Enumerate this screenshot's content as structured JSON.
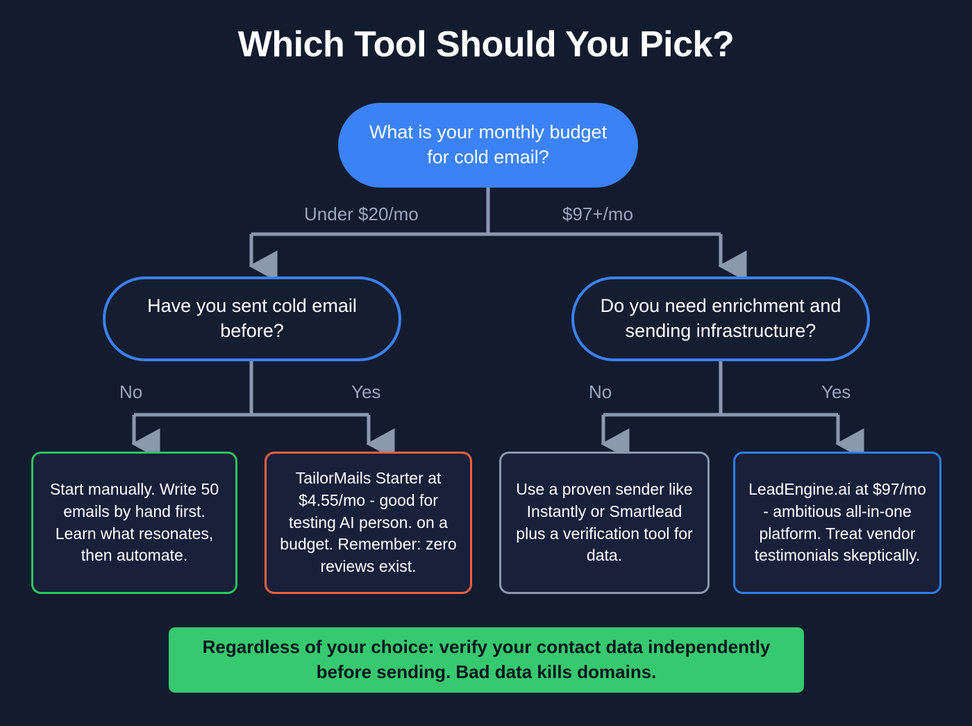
{
  "title": "Which Tool Should You Pick?",
  "colors": {
    "background": "#131b2e",
    "root_fill": "#3b82f6",
    "decision_border": "#3b82f6",
    "connector": "#8b98ad",
    "edge_label": "#9aa7bd",
    "leaf_green": "#2ec45e",
    "leaf_orange": "#f0603f",
    "leaf_gray": "#8b98ad",
    "leaf_blue": "#2f7ef0",
    "footer_fill": "#37c96f",
    "footer_text": "#0b1220",
    "node_text": "#ffffff"
  },
  "root": {
    "text": "What is your monthly budget for cold email?"
  },
  "edges": {
    "root_left": "Under $20/mo",
    "root_right": "$97+/mo",
    "left_no": "No",
    "left_yes": "Yes",
    "right_no": "No",
    "right_yes": "Yes"
  },
  "decisions": [
    {
      "id": "left",
      "text": "Have you sent cold email before?"
    },
    {
      "id": "right",
      "text": "Do you need enrichment and sending infrastructure?"
    }
  ],
  "leaves": [
    {
      "id": "start-manually",
      "color": "green",
      "text": "Start manually. Write 50 emails by hand first. Learn what resonates, then automate."
    },
    {
      "id": "tailormails-starter",
      "color": "orange",
      "text": "TailorMails Starter at $4.55/mo - good for testing AI person. on a budget. Remember: zero reviews exist."
    },
    {
      "id": "proven-sender",
      "color": "gray",
      "text": "Use a proven sender like Instantly or Smartlead plus a verification tool for data."
    },
    {
      "id": "leadengine",
      "color": "blue",
      "text": "LeadEngine.ai at $97/mo - ambitious all-in-one platform. Treat vendor testimonials skeptically."
    }
  ],
  "footer": {
    "text": "Regardless of your choice: verify your contact data independently before sending. Bad data kills domains."
  }
}
